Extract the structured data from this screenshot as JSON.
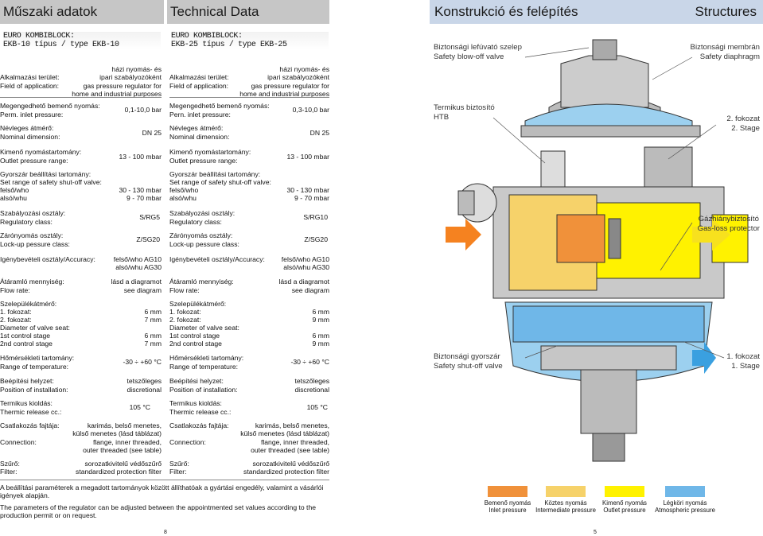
{
  "headers": {
    "left": "Műszaki adatok",
    "middle": "Technical Data",
    "right_hu": "Konstrukció és felépítés",
    "right_en": "Structures"
  },
  "col1": {
    "title1": "EURO KOMBIBLOCK:",
    "title2": "EKB-10 típus / type EKB-10",
    "app_hu": "Alkalmazási terület:",
    "app_en": "Field of application:",
    "app_v1": "házi nyomás- és",
    "app_v2": "ipari szabályozóként",
    "app_v3": "gas pressure regulator for",
    "app_v4": "home and industrial purposes",
    "inlet_hu": "Megengedhető bemenő nyomás:",
    "inlet_en": "Perm. inlet pressure:",
    "inlet_v": "0,1-10,0 bar",
    "dn_hu": "Névleges átmérő:",
    "dn_en": "Nominal dimension:",
    "dn_v": "DN 25",
    "out_hu": "Kimenő nyomástartomány:",
    "out_en": "Outlet pressure range:",
    "out_v": "13 - 100 mbar",
    "shut_hu": "Gyorszár beállítási tartomány:",
    "shut_en": "Set range of safety shut-off valve:",
    "shut_up": "felső/who",
    "shut_lo": "alsó/whu",
    "shut_up_v": "30 - 130 mbar",
    "shut_lo_v": "9 - 70 mbar",
    "reg_hu": "Szabályozási osztály:",
    "reg_en": "Regulatory class:",
    "reg_v": "S/RG5",
    "lock_hu": "Zárónyomás osztály:",
    "lock_en": "Lock-up pessure class:",
    "lock_v": "Z/SG20",
    "acc_l": "Igénybevételi osztály/Accuracy:",
    "acc_v1": "felső/who AG10",
    "acc_v2": "alsó/whu AG30",
    "flow_hu": "Átáramló mennyiség:",
    "flow_en": "Flow rate:",
    "flow_v1": "lásd a diagramot",
    "flow_v2": "see diagram",
    "seat_hu": "Szelepülékátmérő:",
    "seat_1": "1. fokozat:",
    "seat_2": "2. fokozat:",
    "seat_en": "Diameter of valve seat:",
    "seat_1en": "1st control stage",
    "seat_2en": "2nd control stage",
    "seat_v1": "6 mm",
    "seat_v2": "7 mm",
    "seat_v3": "6 mm",
    "seat_v4": "7 mm",
    "temp_hu": "Hőmérsékleti tartomány:",
    "temp_en": "Range of temperature:",
    "temp_v": "-30 ÷ +60 °C",
    "pos_hu": "Beépítési helyzet:",
    "pos_en": "Position of installation:",
    "pos_v1": "tetszőleges",
    "pos_v2": "discretional",
    "therm_hu": "Termikus kioldás:",
    "therm_en": "Thermic release cc.:",
    "therm_v": "105 °C",
    "conn_hu": "Csatlakozás fajtája:",
    "conn_en": "Connection:",
    "conn_v1": "karimás, belső menetes,",
    "conn_v2": "külső menetes (lásd táblázat)",
    "conn_v3": "flange, inner threaded,",
    "conn_v4": "outer threaded (see table)",
    "filt_hu": "Szűrő:",
    "filt_en": "Filter:",
    "filt_v1": "sorozatkivitelű védőszűrő",
    "filt_v2": "standardized protection filter"
  },
  "col2": {
    "title1": "EURO KOMBIBLOCK:",
    "title2": "EKB-25 típus / type EKB-25",
    "app_hu": "Alkalmazási terület:",
    "app_en": "Field of application:",
    "app_v1": "házi nyomás- és",
    "app_v2": "ipari szabályozóként",
    "app_v3": "gas pressure regulator for",
    "app_v4": "home and industrial purposes",
    "inlet_hu": "Megengedhető bemenő nyomás:",
    "inlet_en": "Pern. inlet pressure:",
    "inlet_v": "0,3-10,0 bar",
    "dn_hu": "Névleges átmérő:",
    "dn_en": "Nominal dimension:",
    "dn_v": "DN 25",
    "out_hu": "Kimenő nyomástartomány:",
    "out_en": "Outlet pressure range:",
    "out_v": "13 - 100 mbar",
    "shut_hu": "Gyorszár beállítási tartomány:",
    "shut_en": "Set range of safety shut-off valve:",
    "shut_up": "felső/who",
    "shut_lo": "alsó/whu",
    "shut_up_v": "30 - 130 mbar",
    "shut_lo_v": "9 - 70 mbar",
    "reg_hu": "Szabályozási osztály:",
    "reg_en": "Regulatory class:",
    "reg_v": "S/RG10",
    "lock_hu": "Zárónyomás osztály:",
    "lock_en": "Lock-up pessure class:",
    "lock_v": "Z/SG20",
    "acc_l": "Igénybevételi osztály/Accuracy:",
    "acc_v1": "felső/who AG10",
    "acc_v2": "alsó/whu AG30",
    "flow_hu": "Átáramló mennyiség:",
    "flow_en": "Flow rate:",
    "flow_v1": "lásd a diagramot",
    "flow_v2": "see diagram",
    "seat_hu": "Szelepülékátmérő:",
    "seat_1": "1. fokozat:",
    "seat_2": "2. fokozat:",
    "seat_en": "Diameter of valve seat:",
    "seat_1en": "1st control stage",
    "seat_2en": "2nd control stage",
    "seat_v1": "6 mm",
    "seat_v2": "9 mm",
    "seat_v3": "6 mm",
    "seat_v4": "9 mm",
    "temp_hu": "Hőmérsékleti tartomány:",
    "temp_en": "Range of temperature:",
    "temp_v": "-30 ÷ +60 °C",
    "pos_hu": "Beépítési helyzet:",
    "pos_en": "Position of installation:",
    "pos_v1": "tetszőleges",
    "pos_v2": "discretional",
    "therm_hu": "Termikus kioldás:",
    "therm_en": "Thermic release cc.:",
    "therm_v": "105 °C",
    "conn_hu": "Csatlakozás fajtája:",
    "conn_en": "Connection:",
    "conn_v1": "karimás, belső menetes,",
    "conn_v2": "külső menetes (lásd táblázat)",
    "conn_v3": "flange, inner threaded,",
    "conn_v4": "outer threaded (see table)",
    "filt_hu": "Szűrő:",
    "filt_en": "Filter:",
    "filt_v1": "sorozatkivitelű védőszűrő",
    "filt_v2": "standardized protection filter"
  },
  "footnote": {
    "hu": "A beállítási paraméterek a megadott tartományok között állíthatóak a gyártási engedély, valamint a vásárlói igények alapján.",
    "en": "The parameters of the regulator can be adjusted between the appointmented set values according to the production permit or on request."
  },
  "diagram_labels": {
    "blowoff_hu": "Biztonsági lefúvató szelep",
    "blowoff_en": "Safety blow-off valve",
    "membrane_hu": "Biztonsági membrán",
    "membrane_en": "Safety diaphragm",
    "htb_hu": "Termikus biztosító",
    "htb_en": "HTB",
    "stage2_hu": "2. fokozat",
    "stage2_en": "2. Stage",
    "gasloss_hu": "Gázhiánybiztosító",
    "gasloss_en": "Gas-loss protector",
    "shutoff_hu": "Biztonsági gyorszár",
    "shutoff_en": "Safety shut-off valve",
    "stage1_hu": "1. fokozat",
    "stage1_en": "1. Stage"
  },
  "legend": [
    {
      "hu": "Bemenő nyomás",
      "en": "Inlet pressure",
      "color": "#f0913a"
    },
    {
      "hu": "Köztes nyomás",
      "en": "Intermediate pressure",
      "color": "#f6d26a"
    },
    {
      "hu": "Kimenő nyomás",
      "en": "Outlet pressure",
      "color": "#fff200"
    },
    {
      "hu": "Légköri nyomás",
      "en": "Atmospheric pressure",
      "color": "#6fb7e8"
    }
  ],
  "page_numbers": {
    "left": "8",
    "right": "5"
  },
  "colors": {
    "header_grey": "#c6c6c6",
    "header_blue": "#c9d6e8",
    "arrow_orange": "#f58220",
    "arrow_yellow": "#f7e11e",
    "arrow_blue": "#3aa0e0"
  }
}
